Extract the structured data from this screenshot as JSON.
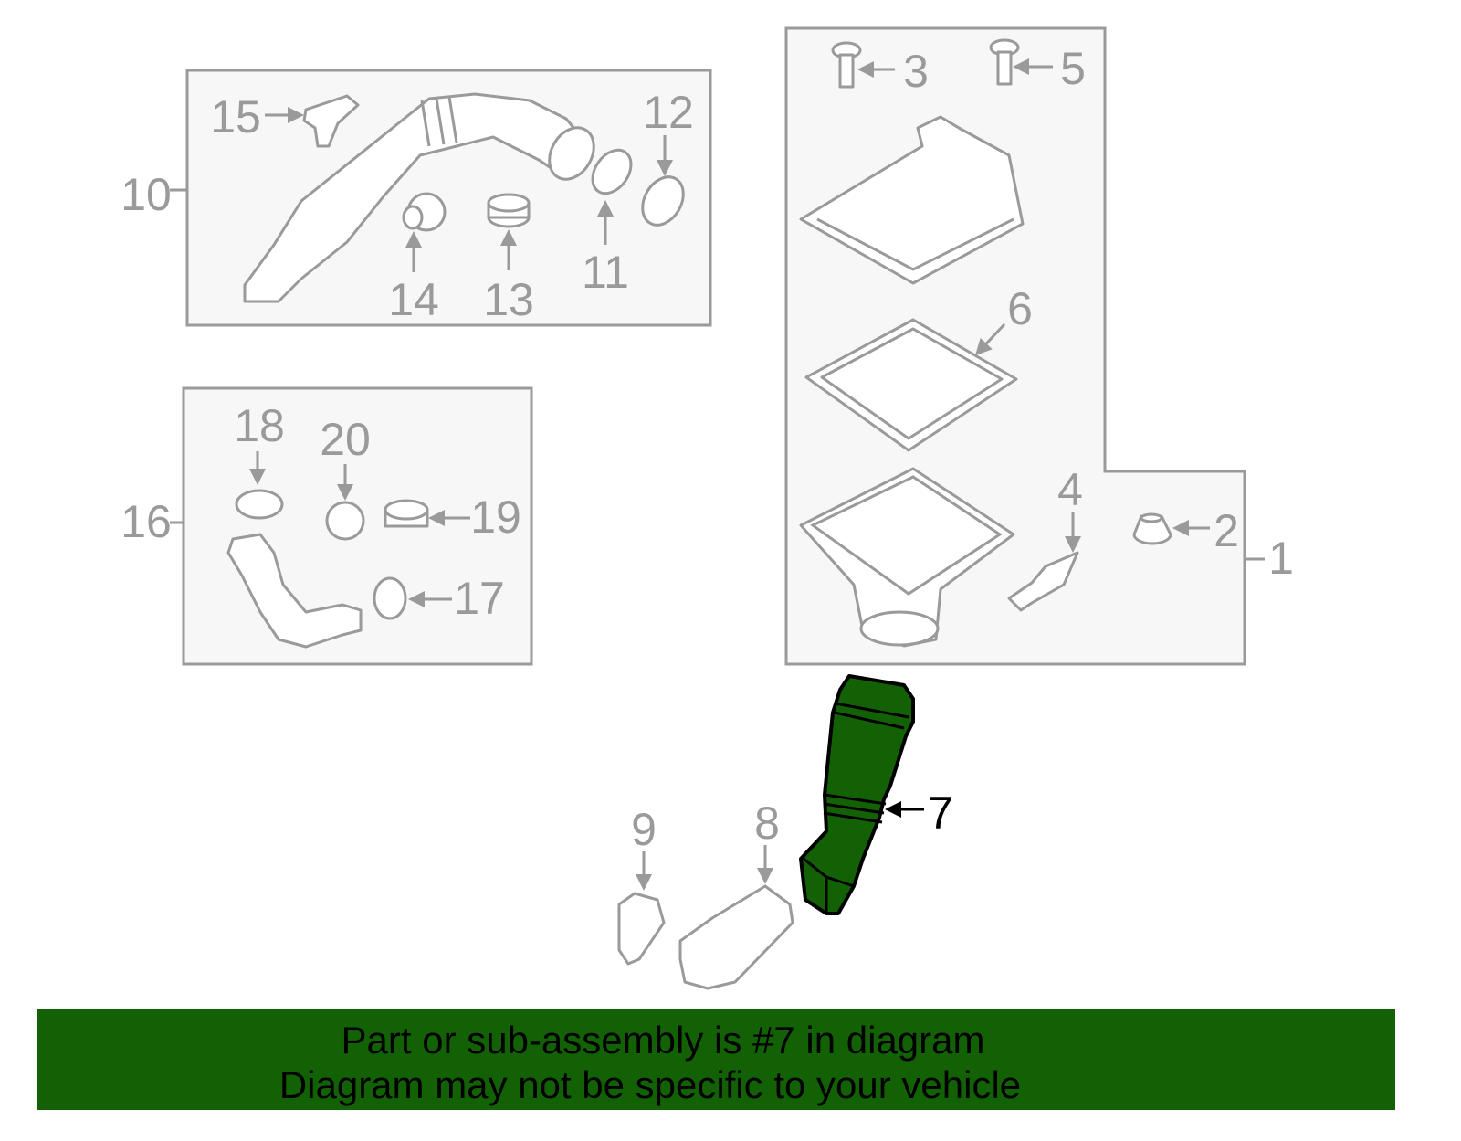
{
  "diagram": {
    "callouts": {
      "c1": "1",
      "c2": "2",
      "c3": "3",
      "c4": "4",
      "c5": "5",
      "c6": "6",
      "c7": "7",
      "c8": "8",
      "c9": "9",
      "c10": "10",
      "c11": "11",
      "c12": "12",
      "c13": "13",
      "c14": "14",
      "c15": "15",
      "c16": "16",
      "c17": "17",
      "c18": "18",
      "c19": "19",
      "c20": "20"
    },
    "highlighted_part": "7",
    "highlight_color": "#136105",
    "line_color": "#9a9a9a"
  },
  "banner": {
    "line1": "Part or sub-assembly is #7 in diagram",
    "line2": "Diagram may not be specific to your vehicle",
    "background": "#136105"
  }
}
